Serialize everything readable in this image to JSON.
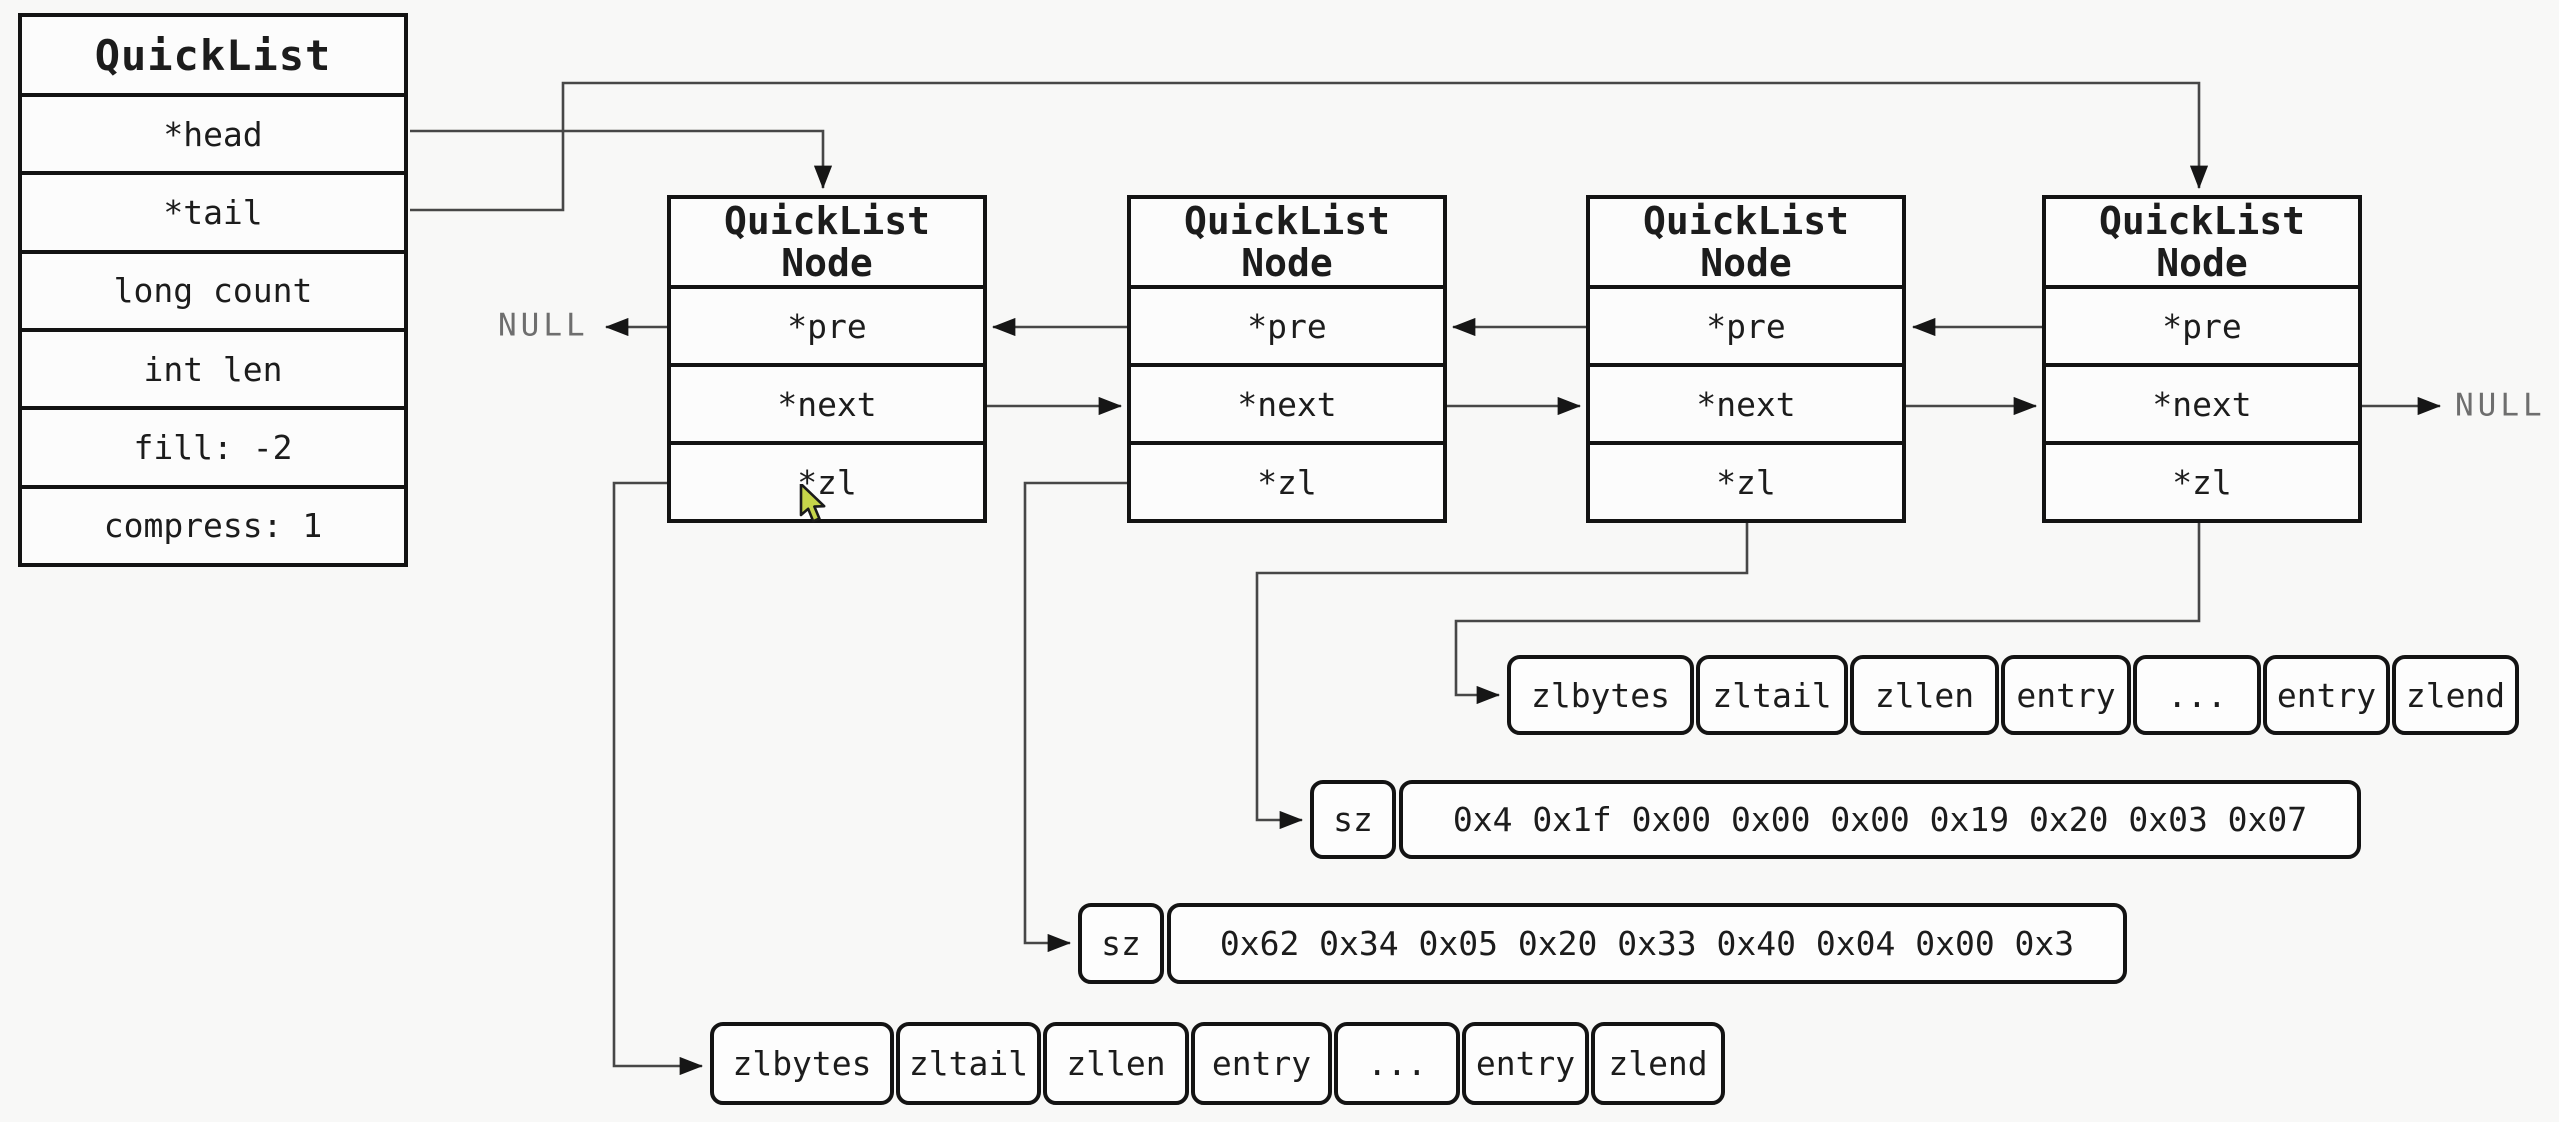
{
  "quicklist": {
    "title": "QuickList",
    "fields": [
      "*head",
      "*tail",
      "long count",
      "int len",
      "fill: -2",
      "compress: 1"
    ]
  },
  "nodes": [
    {
      "title_line1": "QuickList",
      "title_line2": "Node",
      "fields": [
        "*pre",
        "*next",
        "*zl"
      ]
    },
    {
      "title_line1": "QuickList",
      "title_line2": "Node",
      "fields": [
        "*pre",
        "*next",
        "*zl"
      ]
    },
    {
      "title_line1": "QuickList",
      "title_line2": "Node",
      "fields": [
        "*pre",
        "*next",
        "*zl"
      ]
    },
    {
      "title_line1": "QuickList",
      "title_line2": "Node",
      "fields": [
        "*pre",
        "*next",
        "*zl"
      ]
    }
  ],
  "null_left": "NULL",
  "null_right": "NULL",
  "ziplist_top": {
    "cells": [
      "zlbytes",
      "zltail",
      "zllen",
      "entry",
      "...",
      "entry",
      "zlend"
    ]
  },
  "ziplist_bottom": {
    "cells": [
      "zlbytes",
      "zltail",
      "zllen",
      "entry",
      "...",
      "entry",
      "zlend"
    ]
  },
  "sz_strip_1": {
    "label": "sz",
    "bytes": "0x4 0x1f 0x00 0x00 0x00 0x19 0x20 0x03 0x07"
  },
  "sz_strip_2": {
    "label": "sz",
    "bytes": "0x62 0x34 0x05 0x20 0x33 0x40 0x04 0x00 0x3"
  },
  "colors": {
    "background": "#f8f8f7",
    "box_border": "#131313",
    "wire": "#474747",
    "null_text": "#6e6e6e",
    "cursor_fill": "#c6d54a"
  }
}
